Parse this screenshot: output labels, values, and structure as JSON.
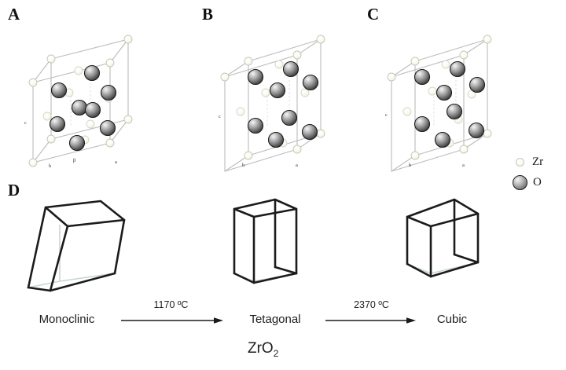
{
  "figure": {
    "title": "ZrO2 crystal structure polymorphs and phase transitions",
    "background": "#ffffff",
    "panels": [
      {
        "id": "A",
        "letter": "A",
        "structure": "monoclinic-unit-cell",
        "axis_labels": [
          "c",
          "b",
          "β",
          "a"
        ]
      },
      {
        "id": "B",
        "letter": "B",
        "structure": "tetragonal-unit-cell",
        "axis_labels": [
          "c",
          "b",
          "a"
        ]
      },
      {
        "id": "C",
        "letter": "C",
        "structure": "cubic-unit-cell",
        "axis_labels": [
          "c",
          "b",
          "a"
        ]
      },
      {
        "id": "D",
        "letter": "D",
        "structure": "phase-transition-diagram",
        "axis_labels": []
      }
    ]
  },
  "legend": {
    "items": [
      {
        "symbol": "Zr",
        "marker": "small-open-circle",
        "color": "#fbfbf4"
      },
      {
        "symbol": "O",
        "marker": "large-shaded-sphere",
        "color": "#4a4a4a"
      }
    ]
  },
  "transition": {
    "phases": [
      {
        "name": "Monoclinic",
        "cell": "skewed-parallelepiped"
      },
      {
        "name": "Tetagonal",
        "cell": "elongated-prism"
      },
      {
        "name": "Cubic",
        "cell": "cube"
      }
    ],
    "arrows": [
      {
        "temperature": "1170 ºC",
        "from": "Monoclinic",
        "to": "Tetagonal"
      },
      {
        "temperature": "2370 ºC",
        "from": "Tetagonal",
        "to": "Cubic"
      }
    ],
    "formula": "ZrO",
    "formula_subscript": "2"
  },
  "colors": {
    "cell_edge": "#bcbcbc",
    "cell_edge_dark": "#1b1b1b",
    "hidden_edge": "#c9d6cf",
    "text": "#1e1e1e",
    "oxygen": "#4a4a4a",
    "zirconium": "#fbfbf4"
  }
}
